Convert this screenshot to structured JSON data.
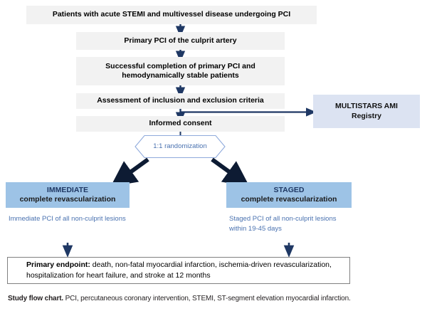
{
  "figure": {
    "type": "flowchart",
    "title": "Study flow chart",
    "nodes": {
      "enrollment": "Patients with acute STEMI and multivessel disease undergoing PCI",
      "primary_pci": "Primary PCI of the culprit artery",
      "success": "Successful completion of primary PCI and hemodynamically stable patients",
      "assessment": "Assessment of inclusion and exclusion criteria",
      "consent": "Informed consent",
      "registry_line1": "MULTISTARS AMI",
      "registry_line2": "Registry",
      "randomization": "1:1 randomization",
      "arm_immediate_hdr": "IMMEDIATE",
      "arm_immediate_sub": "complete revascularization",
      "arm_staged_hdr": "STAGED",
      "arm_staged_sub": "complete revascularization",
      "arm_immediate_detail": "Immediate PCI of all non-culprit lesions",
      "arm_staged_detail": "Staged PCI of all non-culprit lesions within 19-45 days",
      "endpoint_label": "Primary endpoint:",
      "endpoint_text": " death, non-fatal myocardial infarction, ischemia-driven revascularization, hospitalization for heart failure, and stroke at 12 months"
    },
    "caption": {
      "bold": "Study flow chart.",
      "rest": " PCI, percutaneous coronary intervention, STEMI, ST-segment elevation myocardial infarction."
    },
    "colors": {
      "gray_box": "#f2f2f2",
      "blue_arm_box": "#9dc3e6",
      "registry_box": "#dce3f2",
      "arrow": "#1f3864",
      "accent_text": "#4a72b0",
      "endpoint_border": "#808080"
    }
  }
}
